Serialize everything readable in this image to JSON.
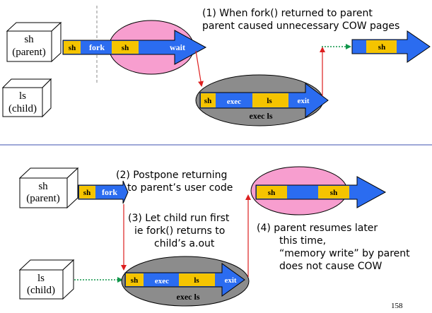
{
  "top": {
    "parent_box": {
      "line1": "sh",
      "line2": "(parent)"
    },
    "child_box": {
      "line1": "ls",
      "line2": "(child)"
    },
    "arrow_labels": {
      "sh1": "sh",
      "fork": "fork",
      "sh2": "sh",
      "wait": "wait",
      "sh3": "sh"
    },
    "exec_arrow": {
      "sh": "sh",
      "exec": "exec",
      "ls": "ls",
      "exit": "exit"
    },
    "exec_caption": "exec  ls",
    "note": {
      "line1": "(1)  When fork() returned to parent",
      "line2": "parent caused unnecessary COW pages"
    }
  },
  "bottom": {
    "parent_box": {
      "line1": "sh",
      "line2": "(parent)"
    },
    "child_box": {
      "line1": "ls",
      "line2": "(child)"
    },
    "arrow_labels": {
      "sh": "sh",
      "fork": "fork"
    },
    "note2": {
      "line1": "(2) Postpone returning",
      "line2": "to parent’s user code"
    },
    "note3": {
      "line1": "(3) Let child run first",
      "line2": "ie  fork() returns to",
      "line3": "child’s  a.out"
    },
    "resume_arrow": {
      "sh1": "sh",
      "sh2": "sh"
    },
    "exec_arrow": {
      "sh": "sh",
      "exec": "exec",
      "ls": "ls",
      "exit": "exit"
    },
    "exec_caption": "exec  ls",
    "note4": {
      "line1": "(4)  parent resumes later",
      "line2": "this time,",
      "line3": "“memory write” by parent",
      "line4": "does not cause COW"
    }
  },
  "page_number": "158",
  "colors": {
    "arrow_blue": "#2b6cf0",
    "block_yellow": "#f5c400",
    "ellipse_pink": "#f79ecf",
    "ellipse_gray": "#8c8c8c",
    "connector_red": "#dd1f1f",
    "connector_green": "#10964a",
    "divider_blue": "#9fa8d8"
  }
}
